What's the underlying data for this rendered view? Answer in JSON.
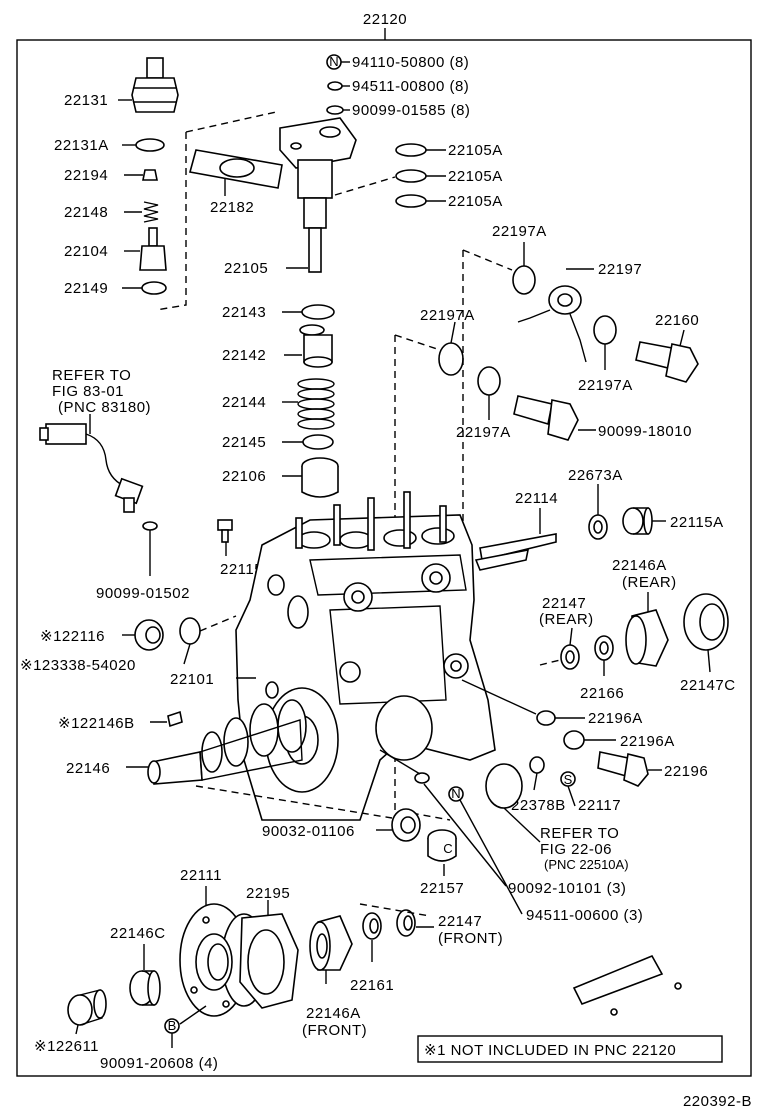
{
  "diagram": {
    "main_number": "22120",
    "footer_code": "220392-B",
    "note": "※1 NOT INCLUDED IN PNC 22120",
    "labels": {
      "l94110": "94110-50800 (8)",
      "l94511a": "94511-00800 (8)",
      "l90099a": "90099-01585 (8)",
      "l22131": "22131",
      "l22131A": "22131A",
      "l22194": "22194",
      "l22148": "22148",
      "l22104": "22104",
      "l22149": "22149",
      "l22182": "22182",
      "l22105": "22105",
      "l22105A1": "22105A",
      "l22105A2": "22105A",
      "l22105A3": "22105A",
      "l22143": "22143",
      "l22142": "22142",
      "l22144": "22144",
      "l22145": "22145",
      "l22106": "22106",
      "l22197Atop": "22197A",
      "l22197": "22197",
      "l22197Amid": "22197A",
      "l22160": "22160",
      "l22197Aright": "22197A",
      "l22197Alow": "22197A",
      "l90099b": "90099-18010",
      "refer1a": "REFER TO",
      "refer1b": "FIG 83-01",
      "refer1c": "(PNC 83180)",
      "l22673A": "22673A",
      "l22114": "22114",
      "l22115A": "22115A",
      "l22115": "22115",
      "l90099c": "90099-01502",
      "l22146Aa": "22146A",
      "l22146Ab": "(REAR)",
      "l22147a": "22147",
      "l22147b": "(REAR)",
      "l22116": "※122116",
      "l123338": "※123338-54020",
      "l22101": "22101",
      "l22166": "22166",
      "l22147C": "22147C",
      "l22196A1": "22196A",
      "l22196A2": "22196A",
      "l22146B": "※122146B",
      "l22146": "22146",
      "l22196": "22196",
      "l22378B": "22378B",
      "l22117": "22117",
      "l90032": "90032-01106",
      "refer2a": "REFER TO",
      "refer2b": "FIG 22-06",
      "refer2c": "(PNC 22510A)",
      "l22157": "22157",
      "l90092": "90092-10101 (3)",
      "l94511b": "94511-00600 (3)",
      "l22111": "22111",
      "l22195": "22195",
      "l22146C": "22146C",
      "l22147Fa": "22147",
      "l22147Fb": "(FRONT)",
      "l22161": "22161",
      "l22146AFa": "22146A",
      "l22146AFb": "(FRONT)",
      "l122611": "※122611",
      "l90091": "90091-20608 (4)",
      "symN1": "N",
      "symN2": "N",
      "symS": "S",
      "symC": "C",
      "symB": "B"
    }
  }
}
